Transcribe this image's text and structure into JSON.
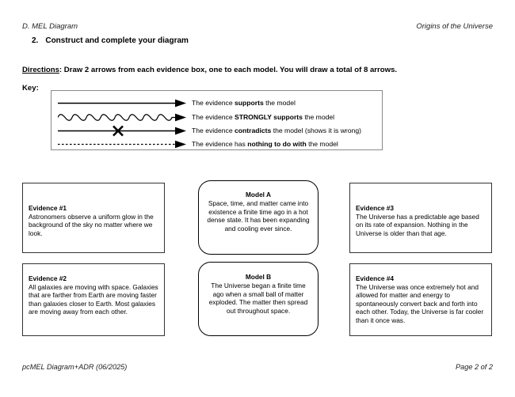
{
  "header": {
    "left": "D. MEL Diagram",
    "right": "Origins of the Universe"
  },
  "task": {
    "number": "2.",
    "text": "Construct and complete your diagram"
  },
  "directions": {
    "label": "Directions",
    "separator": ":",
    "text": " Draw 2 arrows from each evidence box, one to each model. You will draw a total of 8 arrows."
  },
  "key": {
    "label": "Key:",
    "rows": [
      {
        "icon": "straight-arrow-icon",
        "text_before": "The evidence ",
        "text_bold": "supports",
        "text_after": " the model"
      },
      {
        "icon": "wavy-arrow-icon",
        "text_before": "The evidence ",
        "text_bold": "STRONGLY supports",
        "text_after": " the model"
      },
      {
        "icon": "crossed-arrow-icon",
        "text_before": "The evidence ",
        "text_bold": "contradicts",
        "text_after": " the model (shows it is wrong)"
      },
      {
        "icon": "dashed-arrow-icon",
        "text_before": "The evidence has ",
        "text_bold": "nothing to do with",
        "text_after": " the model"
      }
    ]
  },
  "evidence": [
    {
      "title": "Evidence #1",
      "body": "Astronomers observe a uniform glow in the background of the sky no matter where we look."
    },
    {
      "title": "Evidence #2",
      "body": "All galaxies are moving with space. Galaxies that are farther from Earth are moving faster than galaxies closer to Earth. Most galaxies are moving away from each other."
    },
    {
      "title": "Evidence #3",
      "body": "The Universe has a predictable age based on its rate of expansion. Nothing in the Universe is older than that age."
    },
    {
      "title": "Evidence #4",
      "body": "The Universe was once extremely hot and allowed for matter and energy to spontaneously convert back and forth into each other. Today, the Universe is far cooler than it once was."
    }
  ],
  "models": [
    {
      "title": "Model A",
      "body": "Space, time, and matter came into existence a finite time ago in a hot dense state. It has been expanding and cooling ever since."
    },
    {
      "title": "Model B",
      "body": "The Universe began a finite time ago when a small ball of matter exploded. The matter then spread out throughout space."
    }
  ],
  "footer": {
    "left": "pcMEL Diagram+ADR (06/2025)",
    "right": "Page 2 of 2"
  },
  "colors": {
    "text": "#000000",
    "box_border": "#333333",
    "key_border": "#8a8a8a",
    "page_background": "#ffffff"
  }
}
